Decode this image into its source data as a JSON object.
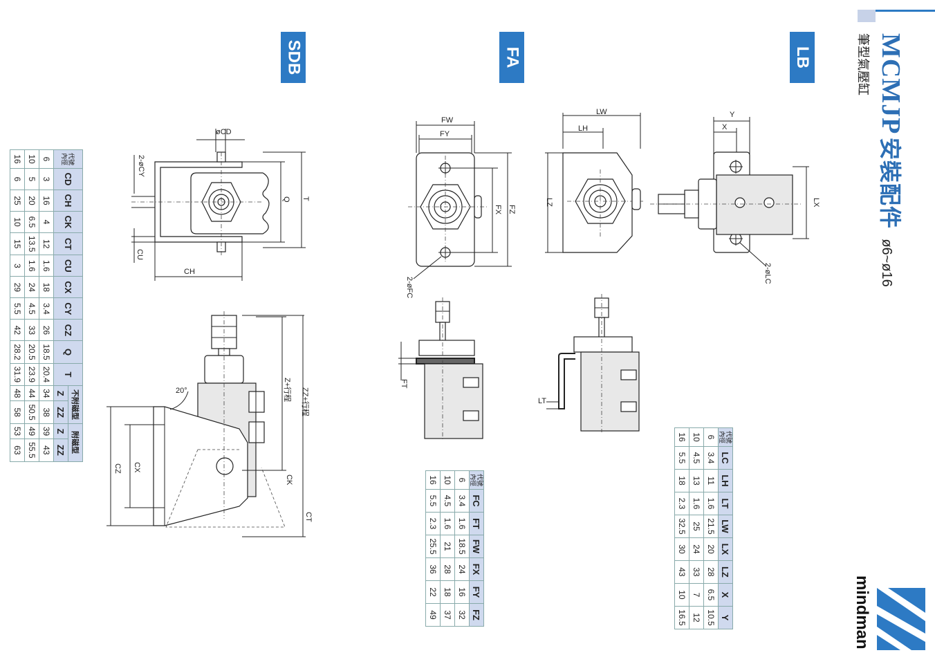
{
  "header": {
    "title": "MCMJP",
    "title_cn": "安裝配件",
    "range": "ø6~ø16",
    "subtitle": "筆型氣壓缸",
    "brand": "mindman"
  },
  "colors": {
    "accent": "#2d7ac4",
    "header_cell": "#cfd9ee"
  },
  "sections": {
    "lb": "LB",
    "fa": "FA",
    "sdb": "SDB"
  },
  "labels": {
    "lb": {
      "y": "Y",
      "x": "X",
      "lx": "LX",
      "lc": "2-øLC",
      "lw": "LW",
      "lh": "LH",
      "lz": "LZ",
      "lt": "LT"
    },
    "fa": {
      "fw": "FW",
      "fy": "FY",
      "fx": "FX",
      "fz": "FZ",
      "fc": "2-øFC",
      "ft": "FT"
    },
    "sdb": {
      "cd": "øCD",
      "cy": "2-øCY",
      "q": "Q",
      "t": "T",
      "cu": "CU",
      "ch": "CH",
      "z": "Z+行程",
      "zz": "ZZ+行程",
      "ck": "CK",
      "ct": "CT",
      "cz": "CZ",
      "cx": "CX",
      "angle": "20°"
    }
  },
  "tables": {
    "lb": {
      "corner_top": "代號",
      "corner_bottom": "內徑",
      "headers": [
        "LC",
        "LH",
        "LT",
        "LW",
        "LX",
        "LZ",
        "X",
        "Y"
      ],
      "rows": [
        {
          "bore": "6",
          "values": [
            "3.4",
            "11",
            "1.6",
            "21.5",
            "20",
            "28",
            "6.5",
            "10.5"
          ]
        },
        {
          "bore": "10",
          "values": [
            "4.5",
            "13",
            "1.6",
            "25",
            "24",
            "33",
            "7",
            "12"
          ]
        },
        {
          "bore": "16",
          "values": [
            "5.5",
            "18",
            "2.3",
            "32.5",
            "30",
            "43",
            "10",
            "16.5"
          ]
        }
      ]
    },
    "fa": {
      "corner_top": "代號",
      "corner_bottom": "內徑",
      "headers": [
        "FC",
        "FT",
        "FW",
        "FX",
        "FY",
        "FZ"
      ],
      "rows": [
        {
          "bore": "6",
          "values": [
            "3.4",
            "1.6",
            "18.5",
            "24",
            "16",
            "32"
          ]
        },
        {
          "bore": "10",
          "values": [
            "4.5",
            "1.6",
            "21",
            "28",
            "18",
            "37"
          ]
        },
        {
          "bore": "16",
          "values": [
            "5.5",
            "2.3",
            "25.5",
            "36",
            "22",
            "49"
          ]
        }
      ]
    },
    "sdb": {
      "corner_top": "代號",
      "corner_bottom": "內徑",
      "headers": [
        "CD",
        "CH",
        "CK",
        "CT",
        "CU",
        "CX",
        "CY",
        "CZ",
        "Q",
        "T",
        "Z",
        "ZZ",
        "Z",
        "ZZ"
      ],
      "group_non_mag": "不附磁型",
      "group_mag": "附磁型",
      "rows": [
        {
          "bore": "6",
          "values": [
            "3",
            "16",
            "4",
            "12",
            "1.6",
            "18",
            "3.4",
            "26",
            "18.5",
            "20.4",
            "34",
            "38",
            "39",
            "43"
          ]
        },
        {
          "bore": "10",
          "values": [
            "5",
            "20",
            "6.5",
            "13.5",
            "1.6",
            "24",
            "4.5",
            "33",
            "20.5",
            "23.9",
            "44",
            "50.5",
            "49",
            "55.5"
          ]
        },
        {
          "bore": "16",
          "values": [
            "6",
            "25",
            "10",
            "15",
            "3",
            "29",
            "5.5",
            "42",
            "28.2",
            "31.9",
            "48",
            "58",
            "53",
            "63"
          ]
        }
      ]
    }
  }
}
